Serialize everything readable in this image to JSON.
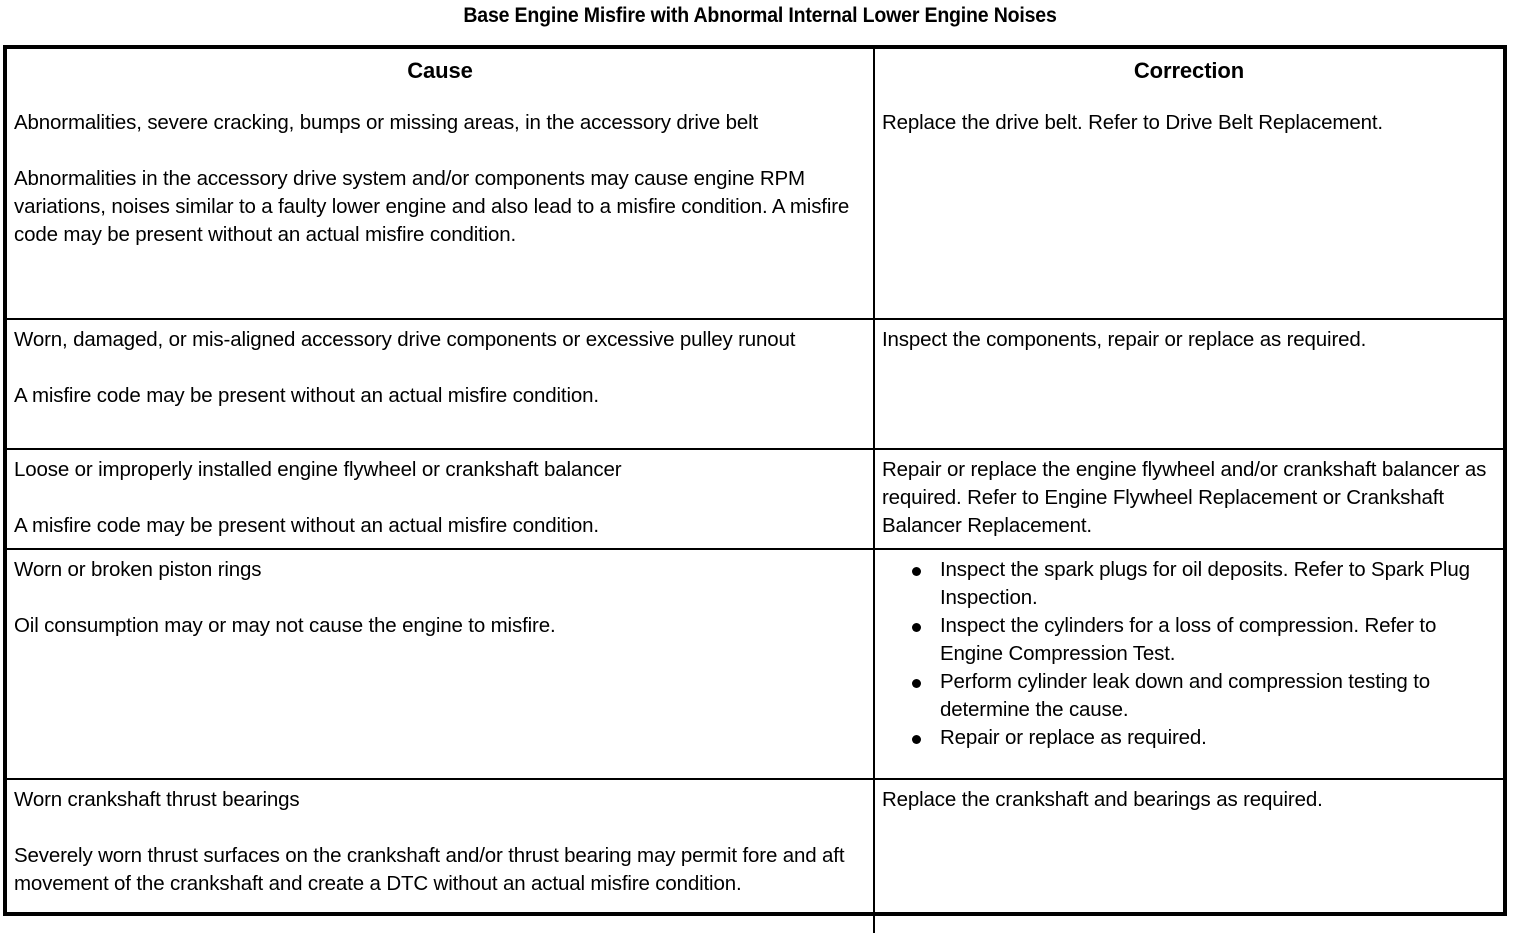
{
  "document": {
    "title": "Base Engine Misfire with Abnormal Internal Lower Engine Noises"
  },
  "table": {
    "headers": {
      "cause": "Cause",
      "correction": "Correction"
    },
    "rows": [
      {
        "cause_paragraphs": [
          "Abnormalities, severe cracking, bumps or missing areas, in the accessory drive belt",
          "Abnormalities in the accessory drive system and/or components may cause engine RPM variations, noises similar to a faulty lower engine and also lead to a misfire condition. A misfire code may be present without an actual misfire condition."
        ],
        "correction_paragraphs": [
          "Replace the drive belt. Refer to Drive Belt Replacement."
        ],
        "correction_bullets": []
      },
      {
        "cause_paragraphs": [
          "Worn, damaged, or mis-aligned accessory drive components or excessive pulley runout",
          "A misfire code may be present without an actual misfire condition."
        ],
        "correction_paragraphs": [
          "Inspect the components, repair or replace as required."
        ],
        "correction_bullets": []
      },
      {
        "cause_paragraphs": [
          "Loose or improperly installed engine flywheel or crankshaft balancer",
          "A misfire code may be present without an actual misfire condition."
        ],
        "correction_paragraphs": [
          "Repair or replace the engine flywheel and/or crankshaft balancer as required. Refer to Engine Flywheel Replacement or Crankshaft Balancer Replacement."
        ],
        "correction_bullets": []
      },
      {
        "cause_paragraphs": [
          "Worn or broken piston rings",
          "Oil consumption may or may not cause the engine to misfire."
        ],
        "correction_paragraphs": [],
        "correction_bullets": [
          "Inspect the spark plugs for oil deposits. Refer to Spark Plug Inspection.",
          "Inspect the cylinders for a loss of compression. Refer to Engine Compression Test.",
          "Perform cylinder leak down and compression testing to determine the cause.",
          "Repair or replace as required."
        ]
      },
      {
        "cause_paragraphs": [
          "Worn crankshaft thrust bearings",
          "Severely worn thrust surfaces on the crankshaft and/or thrust bearing may permit fore and aft movement of the crankshaft and create a DTC without an actual misfire condition."
        ],
        "correction_paragraphs": [
          "Replace the crankshaft and bearings as required."
        ],
        "correction_bullets": []
      }
    ]
  },
  "colors": {
    "text": "#000000",
    "background": "#ffffff",
    "border": "#000000"
  }
}
